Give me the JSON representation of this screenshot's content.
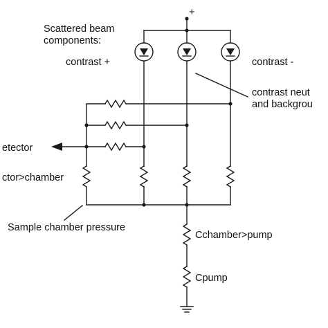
{
  "labels": {
    "plus": "+",
    "scattered_line1": "Scattered beam",
    "scattered_line2": "components:",
    "contrast_plus": "contrast +",
    "contrast_minus": "contrast -",
    "contrast_neutral_line1": "contrast neut",
    "contrast_neutral_line2": "and backgrou",
    "detector": "etector",
    "detector_chamber": "ctor>chamber",
    "sample_chamber_pressure": "Sample chamber pressure",
    "chamber_pump": "Cchamber>pump",
    "pump": "Cpump"
  },
  "colors": {
    "line": "#1a1a1a",
    "text": "#111111",
    "background": "#ffffff"
  }
}
